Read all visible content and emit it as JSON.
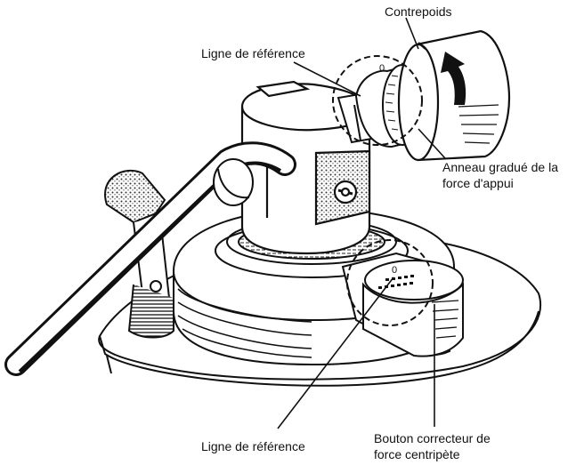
{
  "labels": {
    "counterweight": "Contrepoids",
    "reference_line_top": "Ligne de référence",
    "tracking_ring_line1": "Anneau gradué de la",
    "tracking_ring_line2": "force d'appui",
    "reference_line_bottom": "Ligne de référence",
    "antiskate_line1": "Bouton correcteur de",
    "antiskate_line2": "force centripète"
  },
  "dial_marks": {
    "ring_zero": "0",
    "knob_zero": "0"
  },
  "colors": {
    "ink": "#111111",
    "paper": "#ffffff",
    "stipple": "#9a9a9a"
  }
}
